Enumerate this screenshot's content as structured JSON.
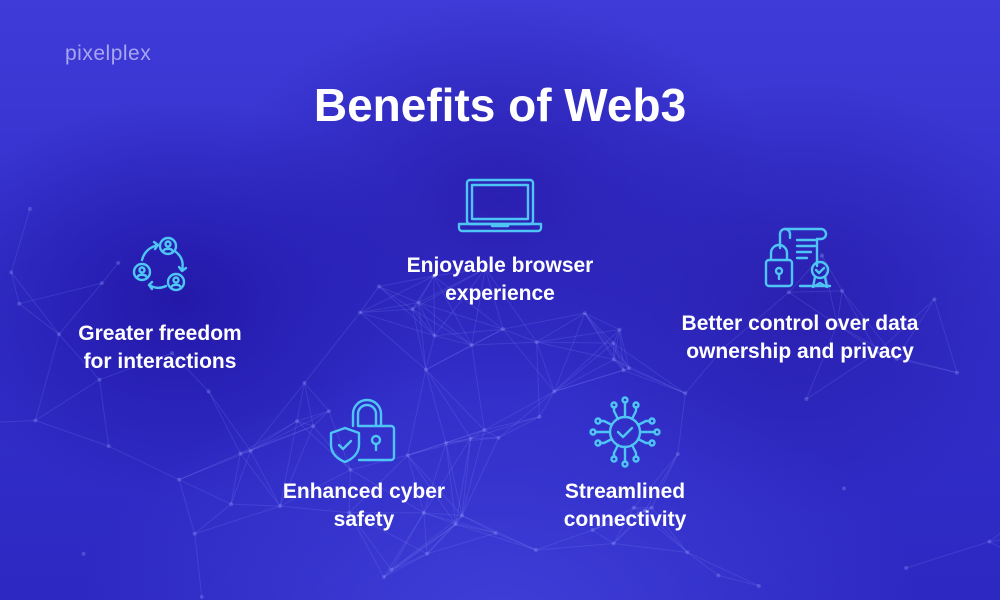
{
  "brand": {
    "logo": "pixelplex"
  },
  "title": "Benefits of Web3",
  "benefits": [
    {
      "icon": "users-cycle-icon",
      "line1": "Greater freedom",
      "line2": "for interactions"
    },
    {
      "icon": "laptop-icon",
      "line1": "Enjoyable browser",
      "line2": "experience"
    },
    {
      "icon": "lock-certificate-icon",
      "line1": "Better control over data",
      "line2": "ownership and privacy"
    },
    {
      "icon": "shield-lock-icon",
      "line1": "Enhanced cyber",
      "line2": "safety"
    },
    {
      "icon": "circuit-check-icon",
      "line1": "Streamlined",
      "line2": "connectivity"
    }
  ],
  "colors": {
    "accent": "#4ec5f5",
    "background": "#3532cf",
    "text": "#ffffff"
  }
}
